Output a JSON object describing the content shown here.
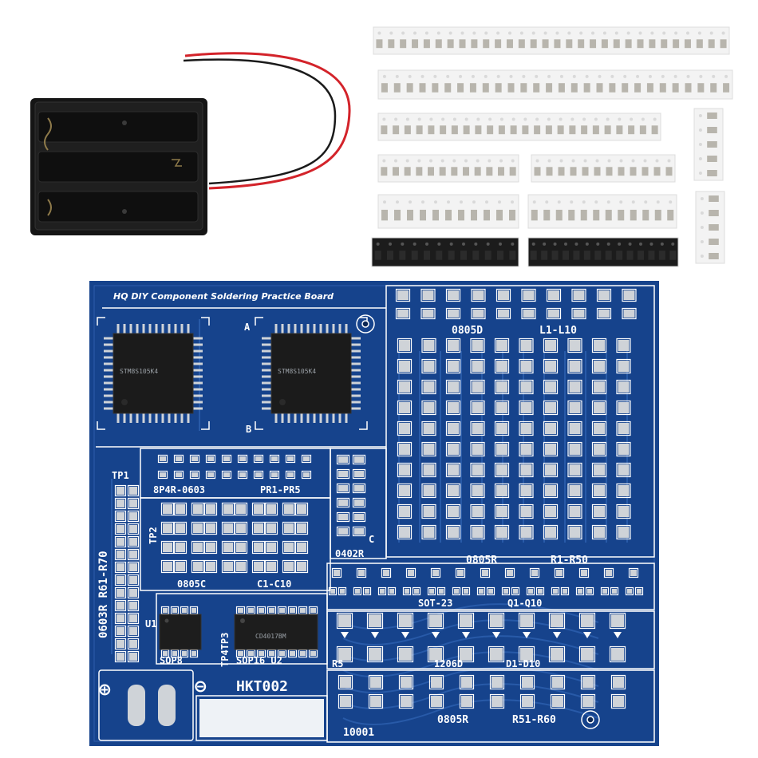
{
  "board": {
    "title": "HQ DIY Component Soldering Practice Board",
    "model": "HKT002",
    "serial": "10001",
    "marker_a": "A",
    "marker_b": "B",
    "marker_c": "C",
    "plus": "⊕",
    "minus": "⊖"
  },
  "labels": {
    "sec_0805d": "0805D",
    "sec_l": "L1-L10",
    "sec_0805r": "0805R",
    "sec_r1_r50": "R1-R50",
    "sec_8p4r": "8P4R-0603",
    "sec_pr": "PR1-PR5",
    "sec_tp1": "TP1",
    "sec_tp2": "TP2",
    "sec_0603r": "0603R R61-R70",
    "sec_0402r": "0402R",
    "sec_0805c": "0805C",
    "sec_c": "C1-C10",
    "sec_sot": "SOT-23",
    "sec_q": "Q1-Q10",
    "sec_u1": "U1",
    "sec_tp34": "TP4TP3",
    "sec_sop8": "SOP8",
    "sec_sop16": "SOP16 U2",
    "sec_r5": "R5",
    "sec_1206": "1206D",
    "sec_d": "D1-D10",
    "sec_0805r_b": "0805R",
    "sec_r51": "R51-R60"
  },
  "chips": {
    "qfp_text_1": "STM8S105K4",
    "qfp_text_2": "STM8S105K4",
    "sop16_text": "CD4017BM"
  },
  "colors": {
    "pcb_blue": "#16438c",
    "pcb_dark": "#0e2f6b",
    "pad_silver": "#cfd3d8",
    "silk_white": "#ffffff",
    "battery_black": "#141414",
    "wire_red": "#d3232a",
    "tape_white": "#f3f3f3",
    "tape_black": "#1c1c1c"
  }
}
